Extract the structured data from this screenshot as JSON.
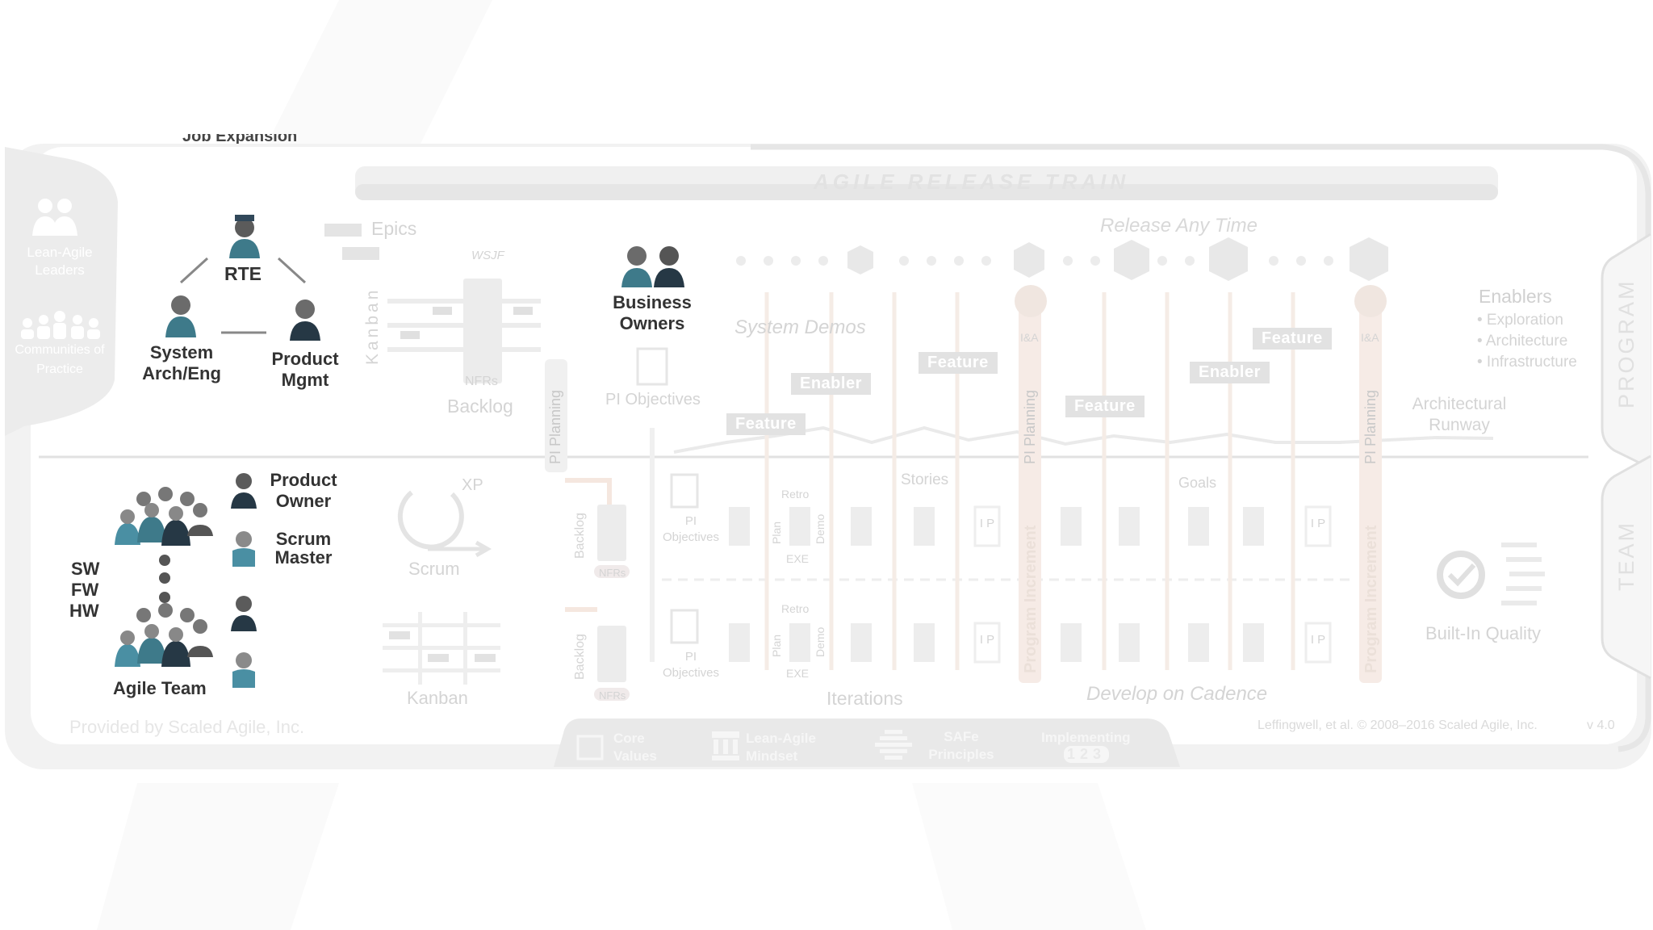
{
  "colors": {
    "teal": "#3e7a8a",
    "navy": "#263845",
    "gray_person": "#666666",
    "faint": "#d6d6d6",
    "panel": "#f7f7f7"
  },
  "header": {
    "cropped_text": "Job Expansion",
    "train_title": "AGILE RELEASE TRAIN",
    "release_any_time": "Release Any Time"
  },
  "sidebar": {
    "lean_agile_leaders": "Lean-Agile Leaders",
    "communities_of_practice": "Communities of Practice"
  },
  "roles": {
    "rte": "RTE",
    "system_arch": "System Arch/Eng",
    "product_mgmt": "Product Mgmt",
    "business_owners": "Business Owners",
    "product_owner": "Product Owner",
    "scrum_master": "Scrum Master",
    "agile_team": "Agile Team",
    "sw": "SW",
    "fw": "FW",
    "hw": "HW"
  },
  "program": {
    "epics": "Epics",
    "wsjf": "WSJF",
    "kanban_vertical": "Kanban",
    "nfrs": "NFRs",
    "backlog": "Backlog",
    "pi_objectives": "PI Objectives",
    "system_demos": "System Demos",
    "pi_planning": "PI Planning",
    "program_increment": "Program Increment",
    "enablers_title": "Enablers",
    "enablers_list": [
      "• Exploration",
      "• Architecture",
      "• Infrastructure"
    ],
    "architectural_runway": "Architectural Runway",
    "ia": "I&A",
    "feature": "Feature",
    "enabler": "Enabler",
    "stories": "Stories",
    "goals": "Goals"
  },
  "team": {
    "xp": "XP",
    "scrum": "Scrum",
    "kanban": "Kanban",
    "backlog": "Backlog",
    "nfrs": "NFRs",
    "pi_objectives_small": "PI Objectives",
    "retro": "Retro",
    "plan": "Plan",
    "demo": "Demo",
    "exe": "EXE",
    "ip": "I P",
    "iterations": "Iterations",
    "develop_on_cadence": "Develop on Cadence",
    "built_in_quality": "Built-In Quality"
  },
  "side_labels": {
    "program": "PROGRAM",
    "team": "TEAM"
  },
  "footer": {
    "provided_by": "Provided by Scaled Agile, Inc.",
    "copyright": "Leffingwell, et al. © 2008–2016 Scaled Agile, Inc.",
    "version": "v 4.0",
    "core_values": "Core Values",
    "lean_agile_mindset": "Lean-Agile Mindset",
    "safe_principles": "SAFe Principles",
    "implementing": "Implementing",
    "implementing_steps": "123"
  }
}
